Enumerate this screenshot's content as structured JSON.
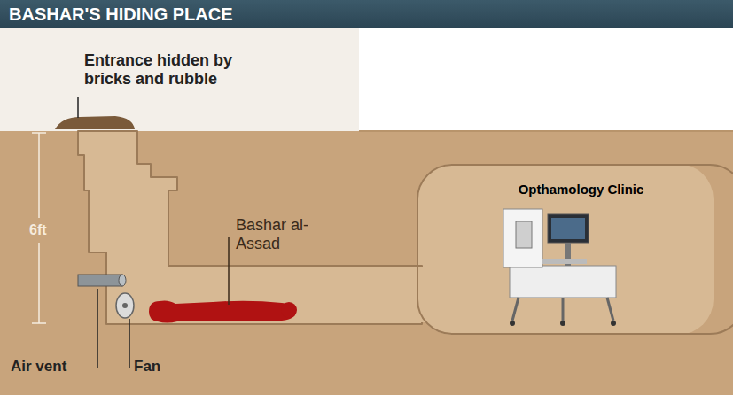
{
  "diagram": {
    "title": "BASHAR'S HIDING PLACE",
    "nodes": [
      {
        "text": [
          "Opthamology Clinic"
        ]
      }
    ],
    "labels": [
      "Entrance hidden by bricks and rubble",
      "6ft",
      "Bashar al-Assad",
      "Air vent",
      "Fan"
    ]
  }
}
